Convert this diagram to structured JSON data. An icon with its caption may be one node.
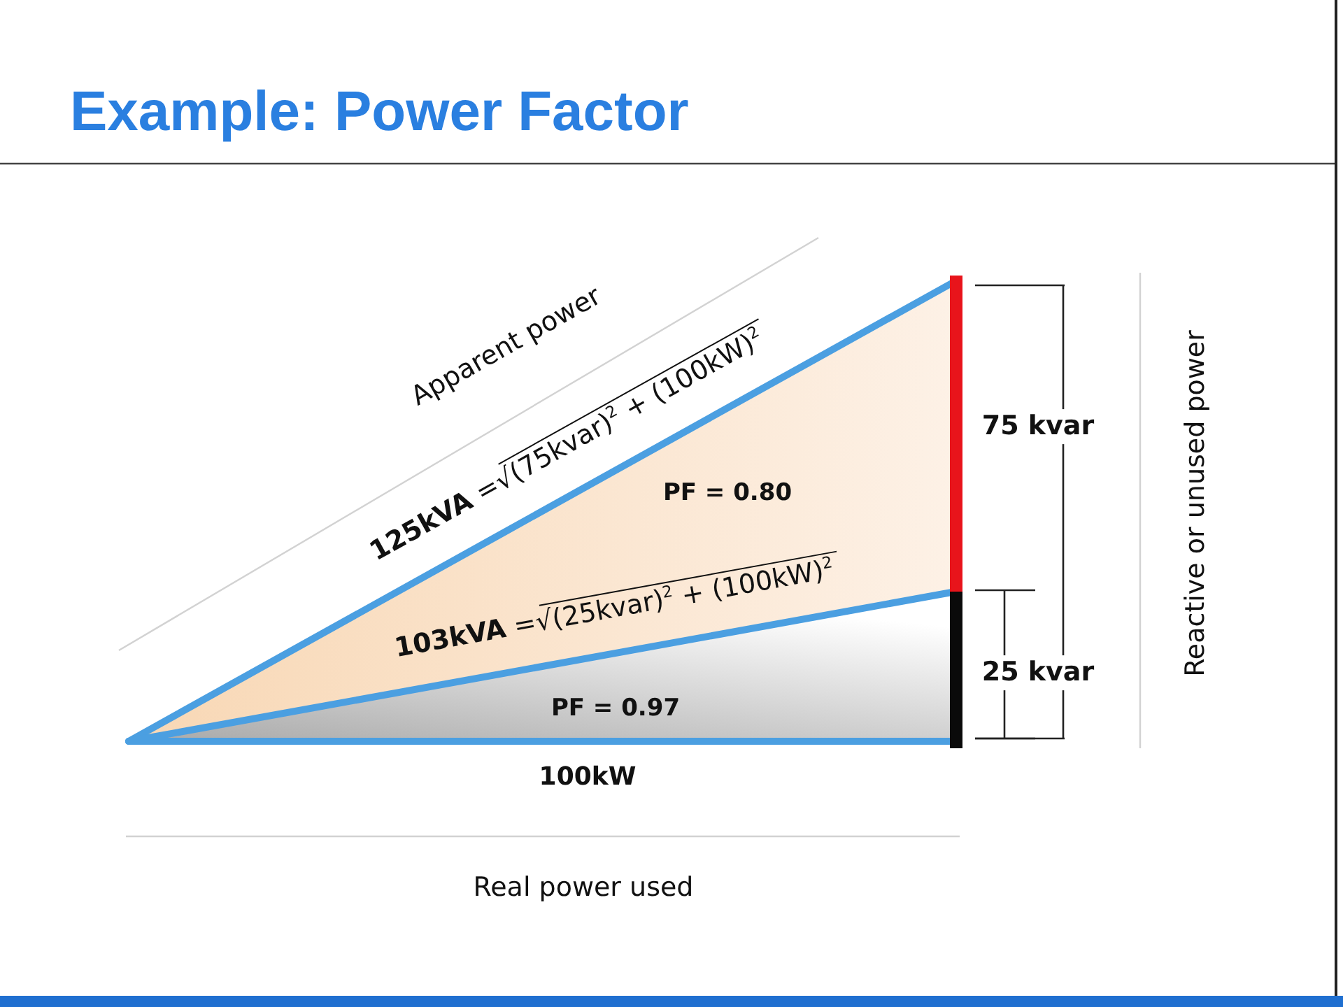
{
  "diagram": {
    "title": "Example: Power Factor",
    "labels": [
      "Apparent power",
      "**125kVA** =√(75kvar)$^{2}$ + (100kW)$^{2}$",
      "PF = 0.80",
      "75 kvar",
      "Reactive or unused power",
      "**103kVA** =√(25kvar)$^{2}$ + (100kW)$^{2}$",
      "25 kvar",
      "PF = 0.97",
      "100kW",
      "Real power used"
    ]
  }
}
